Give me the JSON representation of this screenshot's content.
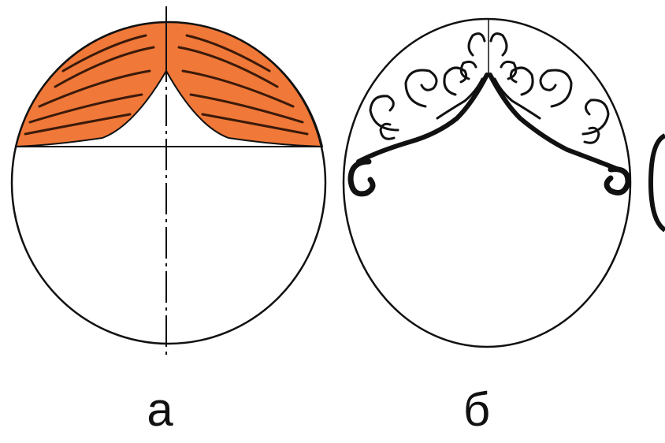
{
  "figures": [
    {
      "id": "a",
      "label": "а",
      "fill_color": "#f07838",
      "stroke_color": "#111111",
      "style": "solid-fill-stripes"
    },
    {
      "id": "b",
      "label": "б",
      "fill_color": "#ffffff",
      "stroke_color": "#111111",
      "style": "curl-ornament"
    },
    {
      "id": "c",
      "label": "",
      "style": "partially-visible"
    }
  ]
}
